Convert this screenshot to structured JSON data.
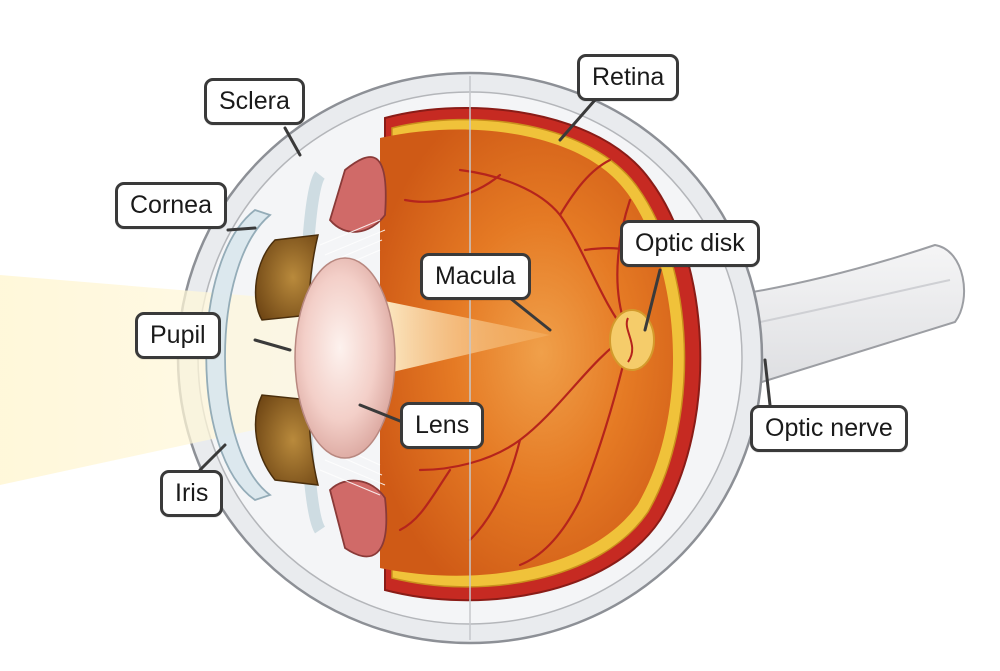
{
  "labels": {
    "sclera": "Sclera",
    "cornea": "Cornea",
    "pupil": "Pupil",
    "iris": "Iris",
    "retina": "Retina",
    "macula": "Macula",
    "optic_disk": "Optic disk",
    "lens": "Lens",
    "optic_nerve": "Optic nerve"
  },
  "colors": {
    "sclera": "#eceef0",
    "choroid": "#c62a22",
    "retina_line": "#f0c23a",
    "vitreous": "#e2701f",
    "vessel": "#b5241c",
    "ciliary": "#d06a68",
    "lens": "#f3c9c4",
    "iris": "#8a5a1c",
    "light_beam": "#fff6d6",
    "optic_disk": "#f5cc6a",
    "outline": "#3a3a3a"
  }
}
